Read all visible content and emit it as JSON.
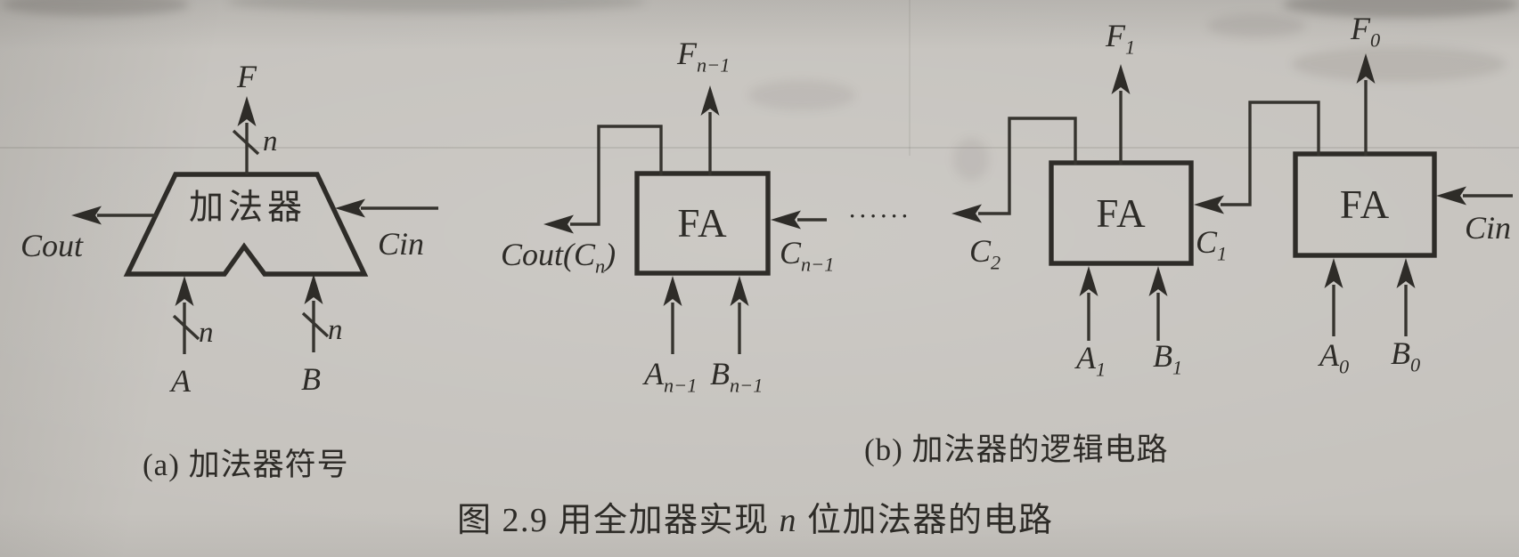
{
  "figure_caption": {
    "pre": "图 2.9  用全加器实现 ",
    "variable": "n",
    "post": " 位加法器的电路"
  },
  "part_a": {
    "caption": "(a) 加法器符号",
    "block_label": "加法器",
    "output_sum": "F",
    "bus_width_label": "n",
    "carry_out": "Cout",
    "carry_in": "Cin",
    "input_a": "A",
    "input_b": "B"
  },
  "part_b": {
    "caption": "(b) 加法器的逻辑电路",
    "ellipsis": "••••••",
    "fa_msb": {
      "chip_label": "FA",
      "sum": {
        "pre": "F",
        "sub": "n−1"
      },
      "carry_out": {
        "pre": "Cout(C",
        "sub": "n",
        "post": ")"
      },
      "carry_in": {
        "pre": "C",
        "sub": "n−1"
      },
      "input_a": {
        "pre": "A",
        "sub": "n−1"
      },
      "input_b": {
        "pre": "B",
        "sub": "n−1"
      }
    },
    "fa_1": {
      "chip_label": "FA",
      "sum": {
        "pre": "F",
        "sub": "1"
      },
      "carry_out": {
        "pre": "C",
        "sub": "2"
      },
      "carry_in": {
        "pre": "C",
        "sub": "1"
      },
      "input_a": {
        "pre": "A",
        "sub": "1"
      },
      "input_b": {
        "pre": "B",
        "sub": "1"
      }
    },
    "fa_0": {
      "chip_label": "FA",
      "sum": {
        "pre": "F",
        "sub": "0"
      },
      "carry_in": "Cin",
      "input_a": {
        "pre": "A",
        "sub": "0"
      },
      "input_b": {
        "pre": "B",
        "sub": "0"
      }
    }
  }
}
